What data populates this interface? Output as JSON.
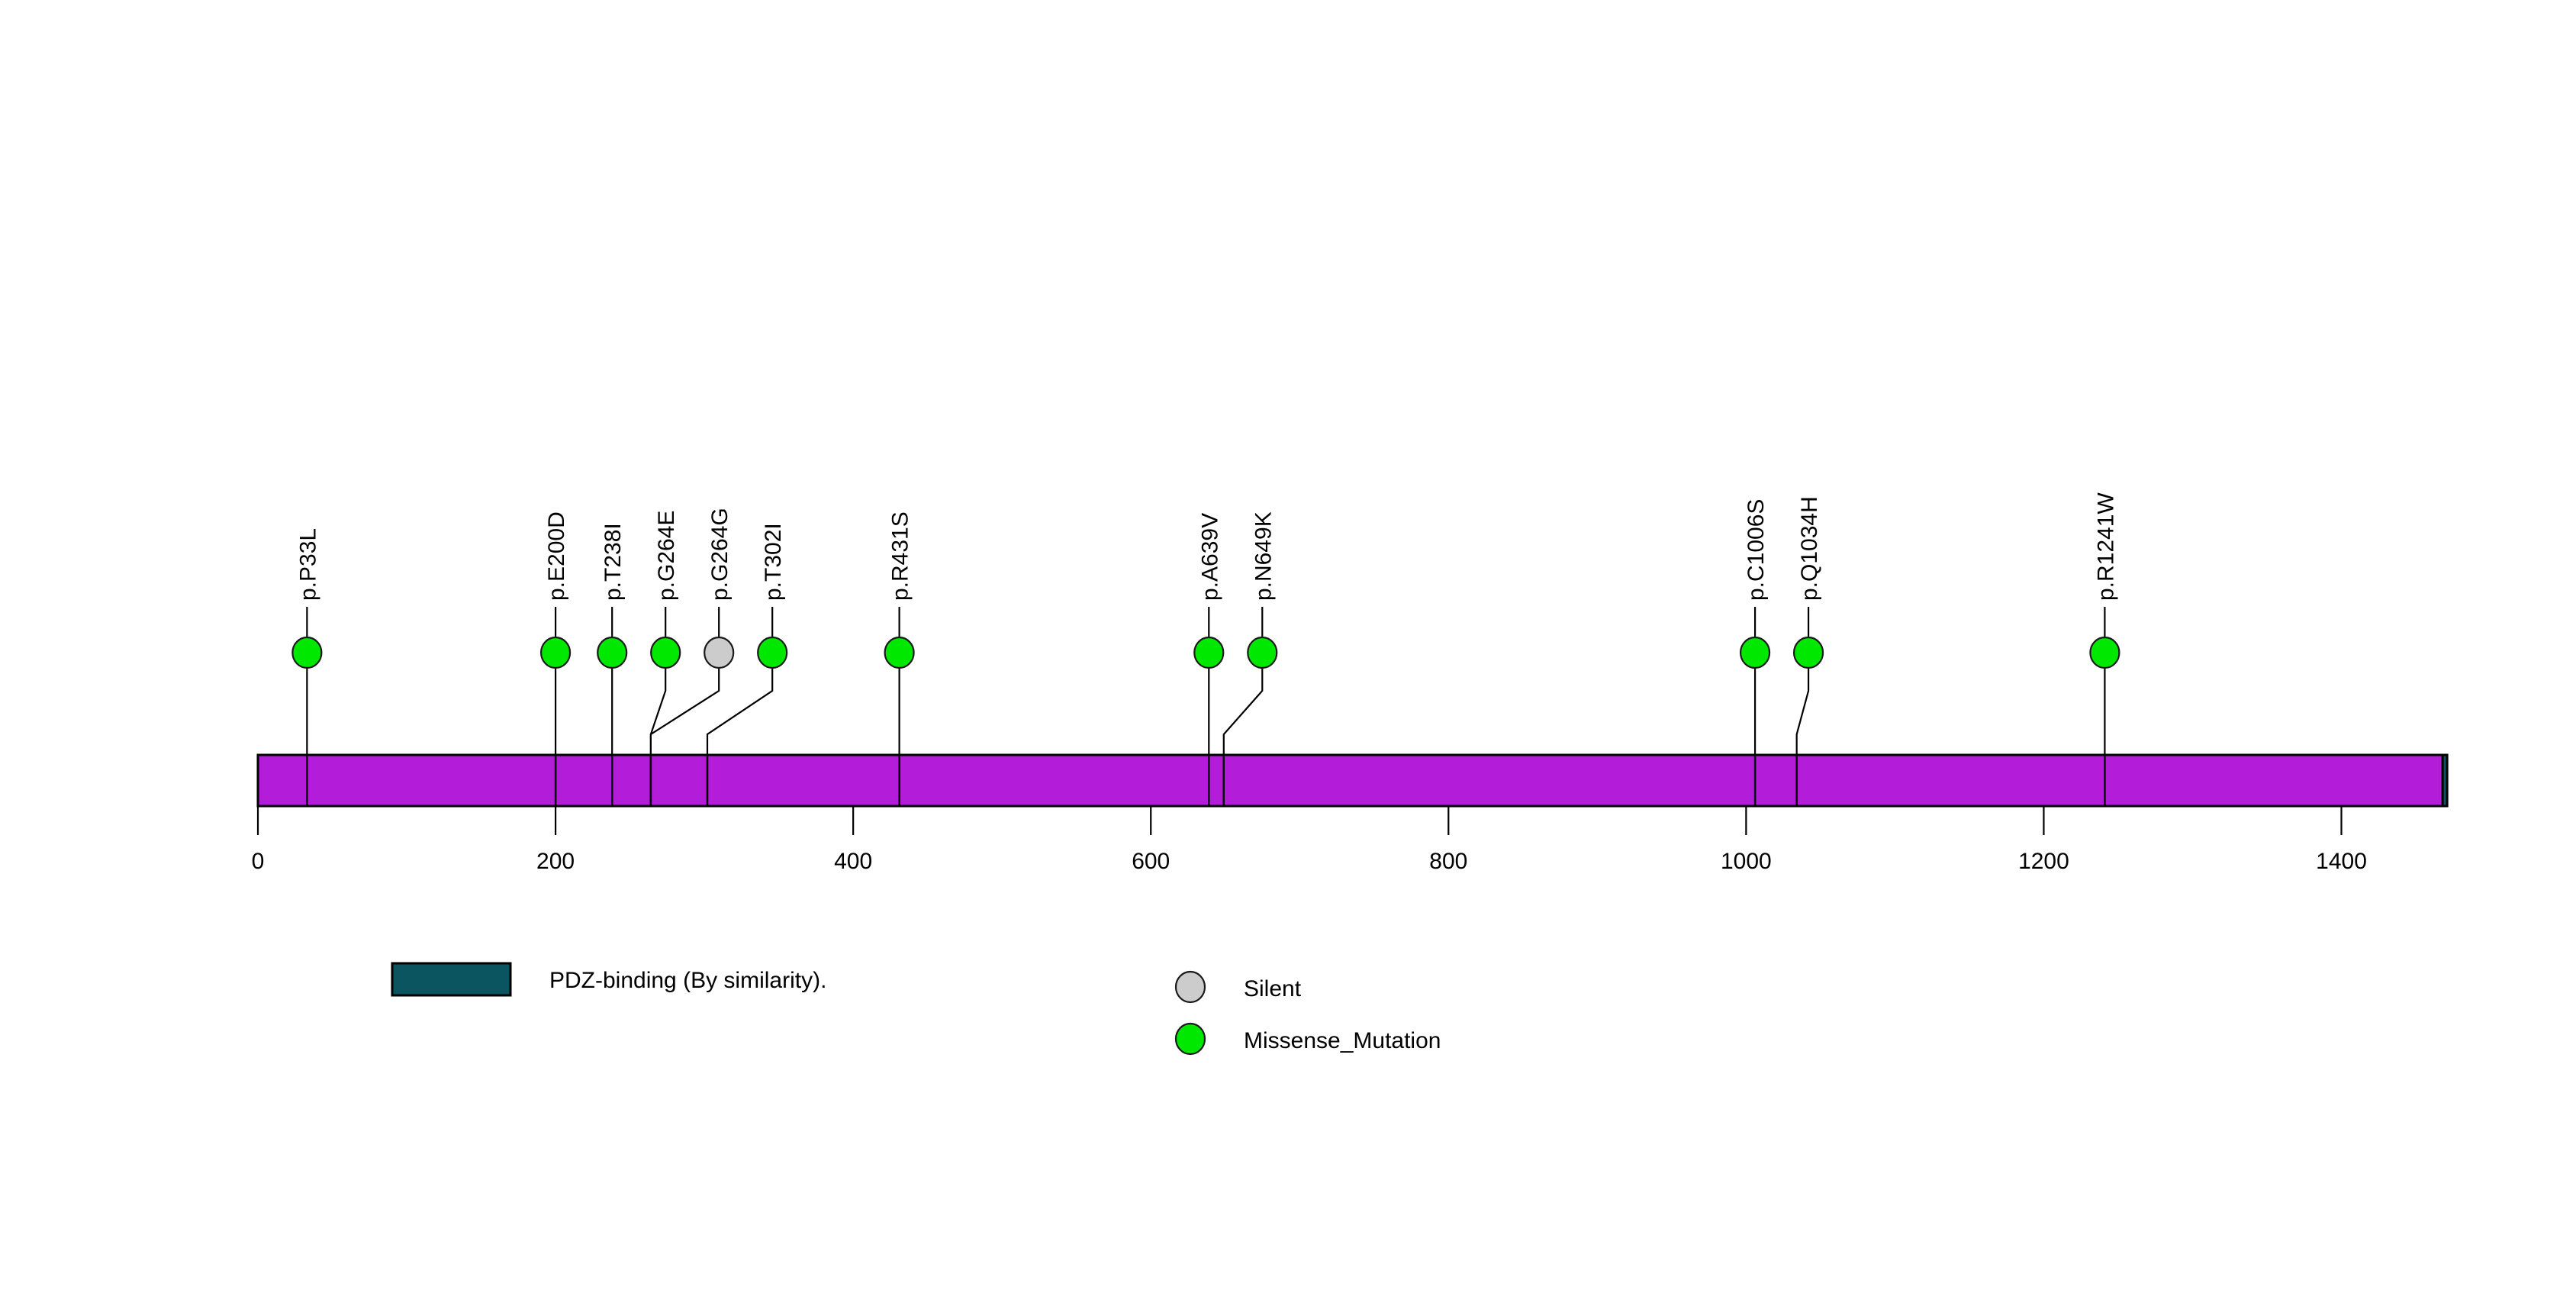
{
  "chart_data": {
    "type": "lollipop",
    "title": "",
    "xlabel": "",
    "ylabel": "",
    "xlim": [
      0,
      1471
    ],
    "grid": false,
    "legend_position": "bottom",
    "protein": {
      "length": 1471,
      "track_color": "#b31cd9",
      "track_border_color": "#000000"
    },
    "axis": {
      "ticks": [
        0,
        200,
        400,
        600,
        800,
        1000,
        1200,
        1400
      ],
      "tick_labels": [
        "0",
        "200",
        "400",
        "600",
        "800",
        "1000",
        "1200",
        "1400"
      ]
    },
    "domains": [
      {
        "name": "PDZ-binding (By similarity).",
        "start": 1468,
        "end": 1471,
        "color": "#0a5560"
      }
    ],
    "mutations": [
      {
        "label": "p.P33L",
        "position": 33,
        "type": "Missense_Mutation",
        "color": "#00e800",
        "count": 1
      },
      {
        "label": "p.E200D",
        "position": 200,
        "type": "Missense_Mutation",
        "color": "#00e800",
        "count": 1
      },
      {
        "label": "p.T238I",
        "position": 238,
        "type": "Missense_Mutation",
        "color": "#00e800",
        "count": 1
      },
      {
        "label": "p.G264E",
        "position": 264,
        "type": "Missense_Mutation",
        "color": "#00e800",
        "count": 1
      },
      {
        "label": "p.G264G",
        "position": 264,
        "type": "Silent",
        "color": "#cccccc",
        "count": 1
      },
      {
        "label": "p.T302I",
        "position": 302,
        "type": "Missense_Mutation",
        "color": "#00e800",
        "count": 1
      },
      {
        "label": "p.R431S",
        "position": 431,
        "type": "Missense_Mutation",
        "color": "#00e800",
        "count": 1
      },
      {
        "label": "p.A639V",
        "position": 639,
        "type": "Missense_Mutation",
        "color": "#00e800",
        "count": 1
      },
      {
        "label": "p.N649K",
        "position": 649,
        "type": "Missense_Mutation",
        "color": "#00e800",
        "count": 1
      },
      {
        "label": "p.C1006S",
        "position": 1006,
        "type": "Missense_Mutation",
        "color": "#00e800",
        "count": 1
      },
      {
        "label": "p.Q1034H",
        "position": 1034,
        "type": "Missense_Mutation",
        "color": "#00e800",
        "count": 1
      },
      {
        "label": "p.R1241W",
        "position": 1241,
        "type": "Missense_Mutation",
        "color": "#00e800",
        "count": 1
      }
    ],
    "legend": {
      "domain_entries": [
        {
          "label": "PDZ-binding (By similarity).",
          "color": "#0a5560",
          "shape": "rect"
        }
      ],
      "mutation_entries": [
        {
          "label": "Silent",
          "color": "#cccccc",
          "shape": "circle"
        },
        {
          "label": "Missense_Mutation",
          "color": "#00e800",
          "shape": "circle"
        }
      ]
    }
  },
  "colors": {
    "protein_track": "#b31cd9",
    "pdz_domain": "#0a5560",
    "missense": "#00e800",
    "silent": "#cccccc",
    "outline": "#000000",
    "background": "#ffffff"
  }
}
